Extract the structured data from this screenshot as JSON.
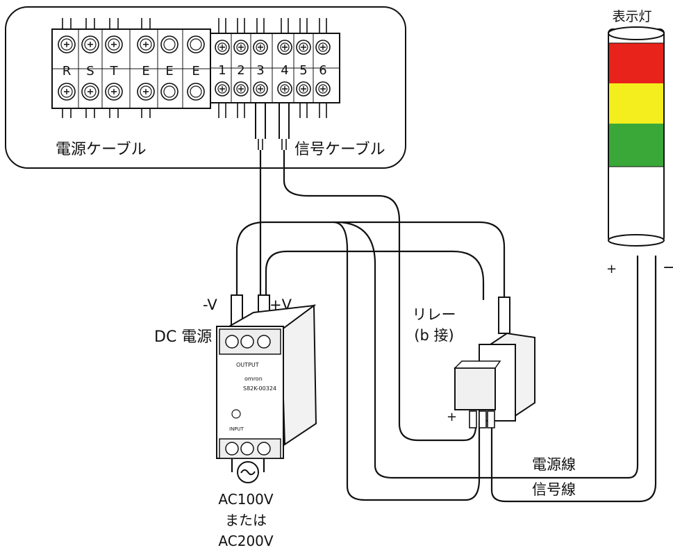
{
  "terminal_block": {
    "power_terminals": [
      "R",
      "S",
      "T",
      "E",
      "E",
      "E"
    ],
    "signal_terminals": [
      "1",
      "2",
      "3",
      "4",
      "5",
      "6"
    ],
    "power_cable_label": "電源ケーブル",
    "signal_cable_label": "信号ケーブル"
  },
  "indicator": {
    "title": "表示灯",
    "plus": "+",
    "minus": "−",
    "colors": {
      "red": "#e8231b",
      "yellow": "#f4ee1e",
      "green": "#3aa839",
      "white": "#ffffff"
    }
  },
  "dc_power": {
    "label": "DC 電源",
    "minus_label": "-V",
    "plus_label": "+V",
    "ac_source": [
      "AC100V",
      "または",
      "AC200V"
    ],
    "nameplate": [
      "OUTPUT",
      "omron",
      "S82K-00324",
      "INPUT"
    ]
  },
  "relay": {
    "label_lines": [
      "リレー",
      "(b 接)"
    ],
    "plus": "+"
  },
  "wires": {
    "power_line_label": "電源線",
    "signal_line_label": "信号線"
  }
}
